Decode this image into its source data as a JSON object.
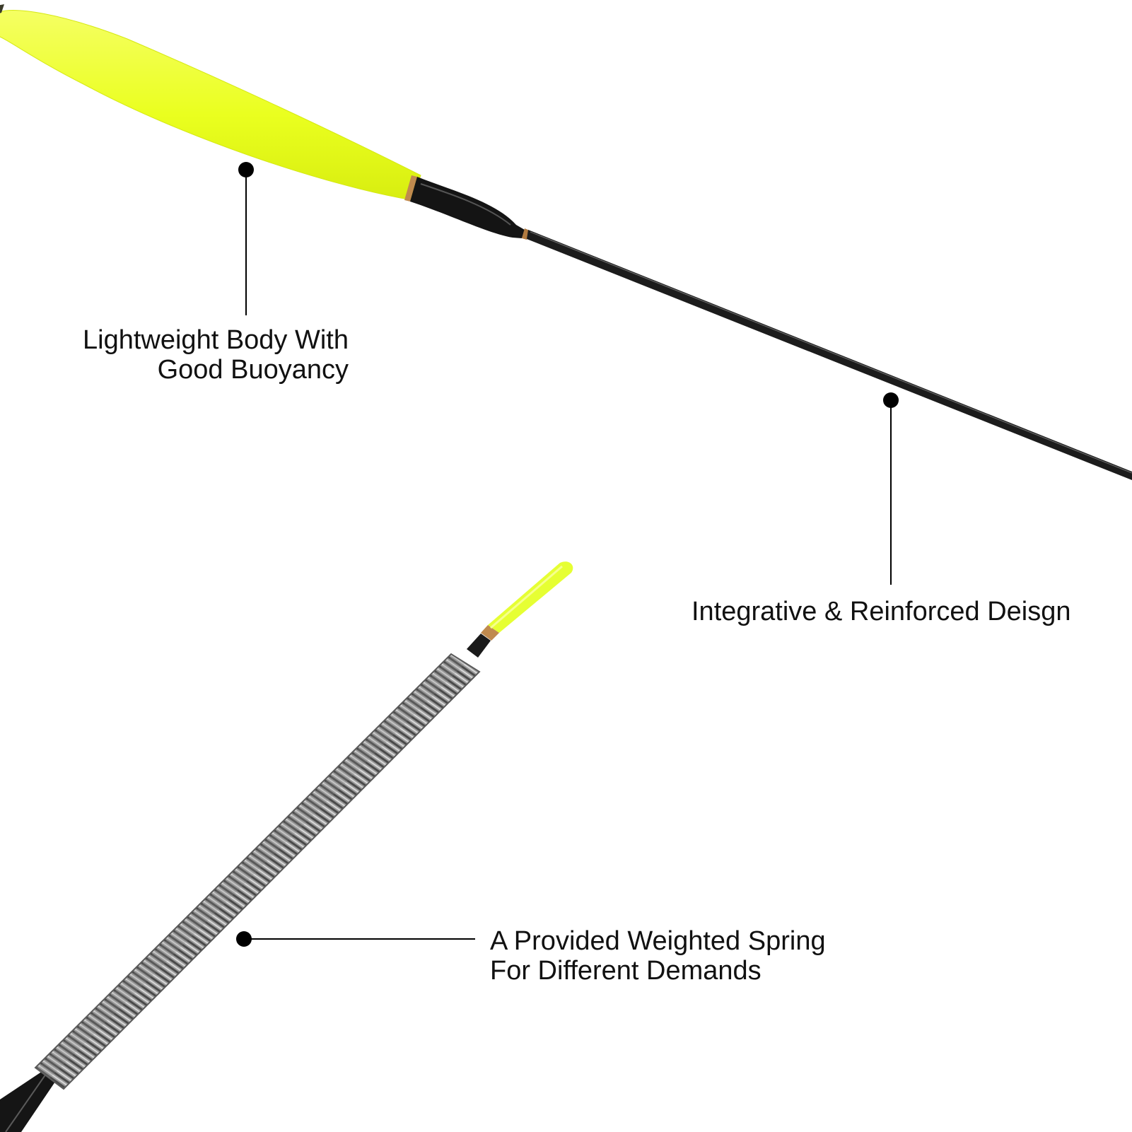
{
  "callouts": {
    "body": {
      "line1": "Lightweight Body With",
      "line2": "Good Buoyancy"
    },
    "design": {
      "line1": "Integrative & Reinforced Deisgn"
    },
    "spring": {
      "line1": "A Provided Weighted Spring",
      "line2": "For Different Demands"
    }
  },
  "colors": {
    "float_body": "#eeff2b",
    "stem": "#1a1a1a",
    "brass_ring": "#c08a4e",
    "spring_metal": "#8f8f8f",
    "callout": "#000000"
  }
}
